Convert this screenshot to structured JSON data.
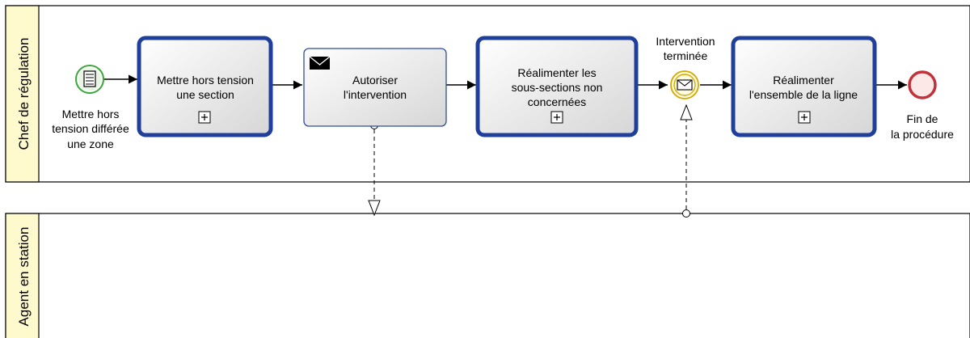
{
  "pools": {
    "chef": {
      "label": "Chef de régulation"
    },
    "agent": {
      "label": "Agent en station"
    }
  },
  "start_event": {
    "lines": [
      "Mettre hors",
      "tension différée",
      "une zone"
    ]
  },
  "tasks": {
    "t1": {
      "lines": [
        "Mettre hors tension",
        "une section"
      ],
      "marker": "subprocess-plus-icon"
    },
    "t2": {
      "lines": [
        "Autoriser",
        "l'intervention"
      ],
      "marker": "send-envelope-icon"
    },
    "t3": {
      "lines": [
        "Réalimenter les",
        "sous-sections non",
        "concernées"
      ],
      "marker": "subprocess-plus-icon"
    },
    "t4": {
      "lines": [
        "Réalimenter",
        "l'ensemble de la ligne"
      ],
      "marker": "subprocess-plus-icon"
    }
  },
  "intermediate_event": {
    "lines": [
      "Intervention",
      "terminée"
    ],
    "icon": "envelope-icon"
  },
  "end_event": {
    "lines": [
      "Fin de",
      "la procédure"
    ]
  },
  "colors": {
    "lane_header": "#fffacd",
    "subprocess_border": "#1f3f9a",
    "task_border": "#2f4d9a",
    "start": "#3aa83a",
    "end": "#c0313a",
    "intermediate": "#d4a800"
  }
}
